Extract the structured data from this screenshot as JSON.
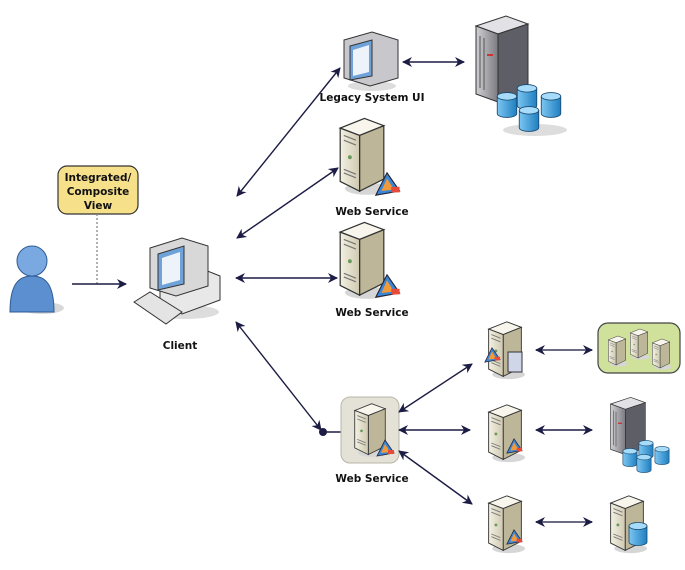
{
  "callout": {
    "lines": [
      "Integrated/",
      "Composite",
      "View"
    ],
    "color": "#f7e08a"
  },
  "labels": {
    "client": "Client",
    "legacy_ui": "Legacy System UI",
    "web_service_1": "Web Service",
    "web_service_2": "Web Service",
    "web_service_3": "Web Service"
  },
  "colors": {
    "arrow": "#1c1c44",
    "user": "#5b8fd0",
    "server": "#e8e3cf",
    "database": "#3a9ad9",
    "service_group": "#cfe19a",
    "web_service_box": "#e4e2d6"
  }
}
